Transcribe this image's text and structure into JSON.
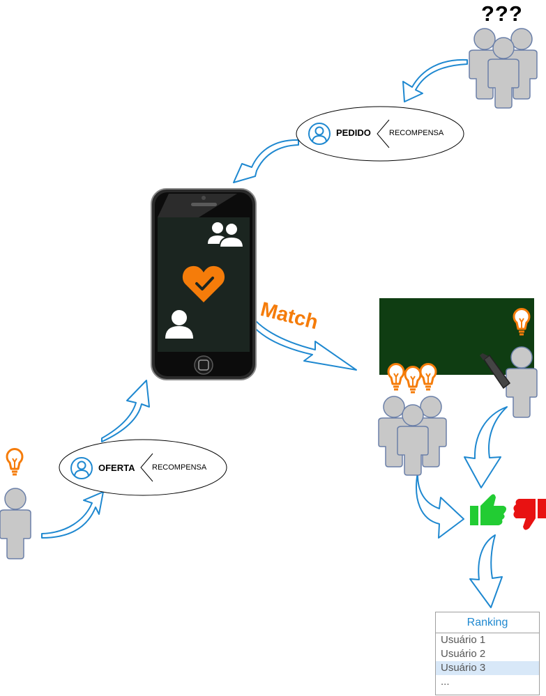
{
  "question_marks": "???",
  "pedido": {
    "label": "PEDIDO",
    "reward": "RECOMPENSA"
  },
  "oferta": {
    "label": "OFERTA",
    "reward": "RECOMPENSA"
  },
  "match_label": "Match",
  "ranking": {
    "title": "Ranking",
    "items": [
      "Usuário 1",
      "Usuário 2",
      "Usuário 3",
      "..."
    ],
    "selected_index": 2
  },
  "colors": {
    "arrow": "#1e88d0",
    "person": "#c8c8c8",
    "person_outline": "#6a7fa8",
    "accent_orange": "#f57c0a",
    "board": "#0f3d12",
    "thumb_up": "#22cc33",
    "thumb_down": "#e81212"
  },
  "icons": [
    "user-icon",
    "users-icon",
    "heart-check-icon",
    "lightbulb-icon",
    "marker-icon",
    "thumbs-up-icon",
    "thumbs-down-icon",
    "smartphone-icon"
  ]
}
